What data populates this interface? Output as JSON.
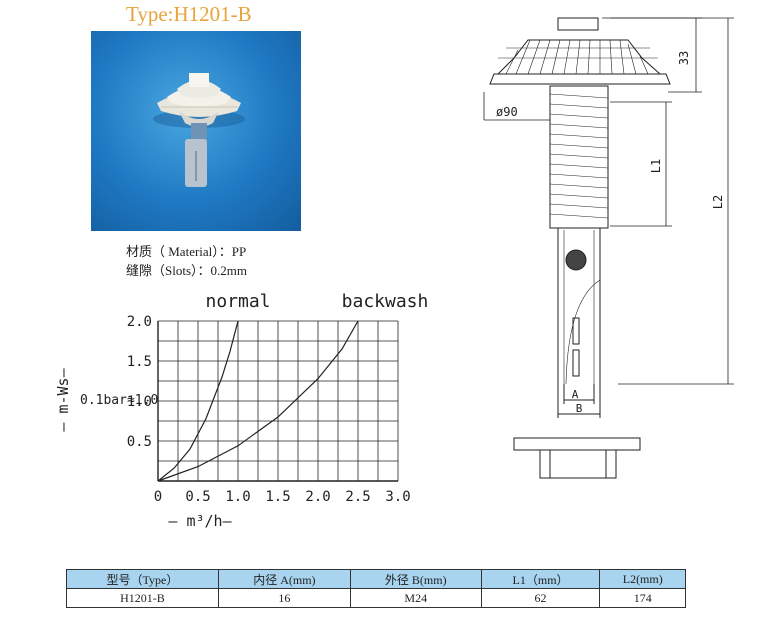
{
  "title": "Type:H1201-B",
  "specs": {
    "material": "材质（ Material）：PP",
    "slots": "缝隙（Slots）：0.2mm"
  },
  "chart_data": {
    "type": "line",
    "title": "",
    "xlabel": "— m³/h—",
    "ylabel": "— m-Ws—",
    "y_annotation": "0.1bar≈1.0",
    "xlim": [
      0,
      3.0
    ],
    "ylim": [
      0,
      2.0
    ],
    "xticks": [
      "0",
      "0.5",
      "1.0",
      "1.5",
      "2.0",
      "2.5",
      "3.0"
    ],
    "yticks": [
      "0.5",
      "1.0",
      "1.5",
      "2.0"
    ],
    "grid": true,
    "series": [
      {
        "name": "normal",
        "x": [
          0,
          0.2,
          0.4,
          0.6,
          0.8,
          0.9,
          1.0
        ],
        "y": [
          0,
          0.16,
          0.4,
          0.78,
          1.3,
          1.62,
          2.0
        ]
      },
      {
        "name": "backwash",
        "x": [
          0,
          0.5,
          1.0,
          1.5,
          2.0,
          2.3,
          2.5
        ],
        "y": [
          0,
          0.18,
          0.44,
          0.8,
          1.28,
          1.65,
          2.0
        ]
      }
    ]
  },
  "drawing": {
    "dim_33": "33",
    "dim_diameter": "ø90",
    "dim_L1": "L1",
    "dim_L2": "L2",
    "dim_A": "A",
    "dim_B": "B"
  },
  "table": {
    "headers": [
      "型号（Type）",
      "内径 A(mm)",
      "外径 B(mm)",
      "L1（mm）",
      "L2(mm)"
    ],
    "rows": [
      [
        "H1201-B",
        "16",
        "M24",
        "62",
        "174"
      ]
    ]
  }
}
